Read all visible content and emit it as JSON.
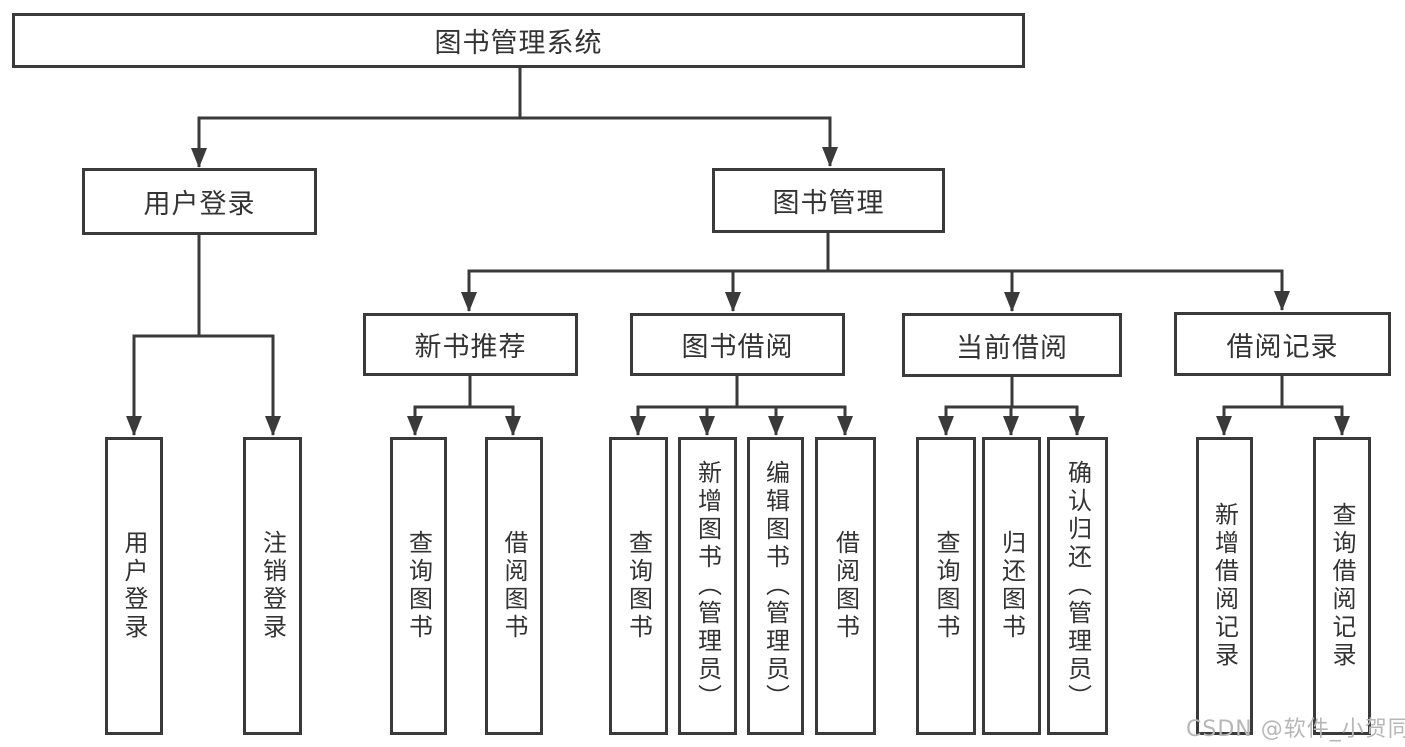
{
  "diagram": {
    "type": "tree",
    "colors": {
      "line": "#3a3a3a",
      "box_border": "#3a3a3a",
      "text": "#333333",
      "background": "#ffffff",
      "watermark": "#b7b7b7"
    }
  },
  "nodes": {
    "root": "图书管理系统",
    "userLogin": "用户登录",
    "bookManagement": "图书管理",
    "newBookRecommend": "新书推荐",
    "bookBorrow": "图书借阅",
    "currentBorrow": "当前借阅",
    "borrowRecords": "借阅记录",
    "leafUserLogin": "用户登录",
    "leafLogout": "注销登录",
    "leafQueryBooksRec": "查询图书",
    "leafBorrowBooksRec": "借阅图书",
    "leafQueryBooksBorrow": "查询图书",
    "leafAddBooksAdmin": "新增图书（管理员）",
    "leafEditBooksAdmin": "编辑图书（管理员）",
    "leafBorrowBooksBorrow": "借阅图书",
    "leafQueryBooksCurrent": "查询图书",
    "leafReturnBooks": "归还图书",
    "leafConfirmReturnAdmin": "确认归还（管理员）",
    "leafAddBorrowRecord": "新增借阅记录",
    "leafQueryBorrowRecord": "查询借阅记录"
  },
  "hierarchy": {
    "图书管理系统": {
      "用户登录": [
        "用户登录",
        "注销登录"
      ],
      "图书管理": {
        "新书推荐": [
          "查询图书",
          "借阅图书"
        ],
        "图书借阅": [
          "查询图书",
          "新增图书（管理员）",
          "编辑图书（管理员）",
          "借阅图书"
        ],
        "当前借阅": [
          "查询图书",
          "归还图书",
          "确认归还（管理员）"
        ],
        "借阅记录": [
          "新增借阅记录",
          "查询借阅记录"
        ]
      }
    }
  },
  "watermark": "CSDN @软件_小贺同学"
}
